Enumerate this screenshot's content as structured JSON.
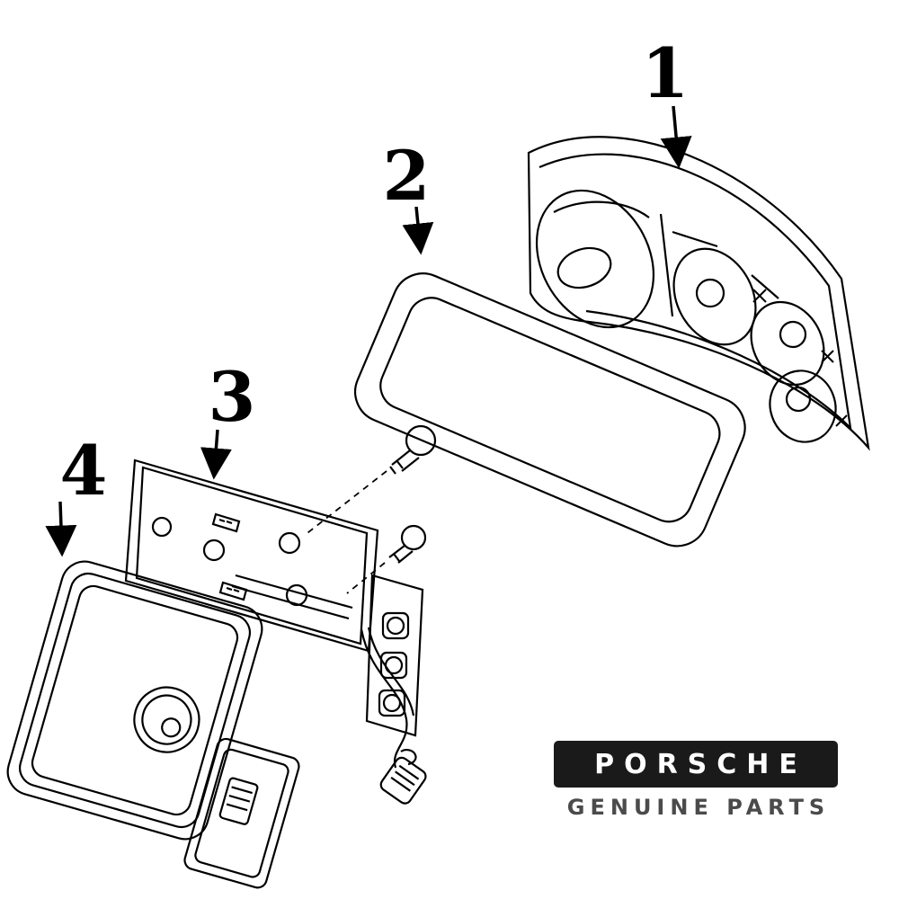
{
  "diagram": {
    "type": "exploded-parts-diagram",
    "subject": "tail-lamp-assembly",
    "callouts": [
      {
        "label": "1",
        "part": "tail-lamp-housing"
      },
      {
        "label": "2",
        "part": "seal-gasket"
      },
      {
        "label": "3",
        "part": "bulb-carrier-board"
      },
      {
        "label": "4",
        "part": "lens-cover"
      }
    ]
  },
  "badge": {
    "brand": "PORSCHE",
    "tagline": "GENUINE PARTS",
    "bar_color": "#1a1a1a",
    "brand_color": "#ffffff",
    "tagline_color": "#4b4b4b"
  },
  "colors": {
    "background": "#ffffff",
    "line_art": "#000000"
  }
}
